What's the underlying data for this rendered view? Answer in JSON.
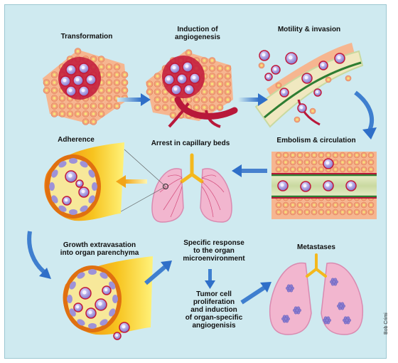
{
  "labels": {
    "transformation": "Transformation",
    "angiogenesis": "Induction of\nangiogenesis",
    "motility": "Motility & invasion",
    "adherence": "Adherence",
    "arrest": "Arrest in capillary beds",
    "embolism": "Embolism & circulation",
    "growth": "Growth extravasation\ninto organ parenchyma",
    "specific": "Specific response\nto the organ\nmicroenvironment",
    "metastases": "Metastases",
    "tumor": "Tumor cell\nproliferation\nand induction\nof organ-specific\nangiogenisis"
  },
  "credit": "Bob Crimi",
  "colors": {
    "background": "#cfeaf0",
    "cell": "#f2a27a",
    "cell_nucleus": "#f7e07a",
    "tumor_cell": "#9b8fd6",
    "tumor_border": "#c2183b",
    "vessel": "#b8183a",
    "lung": "#f2b6cf",
    "arrow": "#3f7fcf",
    "organ_wall": "#f5c020"
  }
}
